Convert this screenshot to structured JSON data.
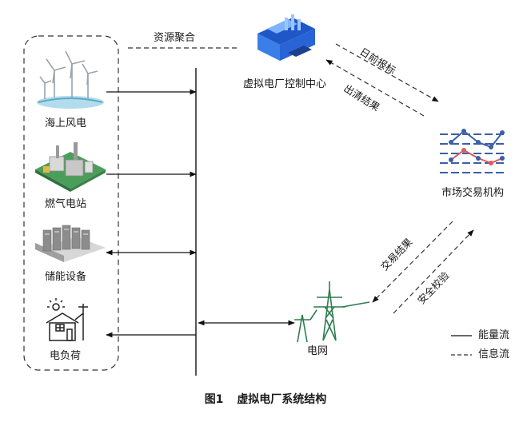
{
  "nodes": {
    "wind": "海上风电",
    "gas": "燃气电站",
    "storage": "储能设备",
    "load": "电负荷",
    "control": "虚拟电厂控制中心",
    "market": "市场交易机构",
    "grid": "电网"
  },
  "edges": {
    "aggregation": "资源聚合",
    "day_ahead_bid": "日前报标",
    "clearing_result": "出清结果",
    "trade_result": "交易结果",
    "security_check": "安全校验"
  },
  "legend": {
    "energy_flow": "能量流",
    "info_flow": "信息流"
  },
  "caption": {
    "number": "图1",
    "title": "虚拟电厂系统结构"
  },
  "colors": {
    "line": "#111111",
    "icon_blue": "#2f6fd6",
    "icon_green": "#2e7d4f",
    "chart_blue": "#3d5fa8",
    "chart_red": "#e05a5a"
  }
}
